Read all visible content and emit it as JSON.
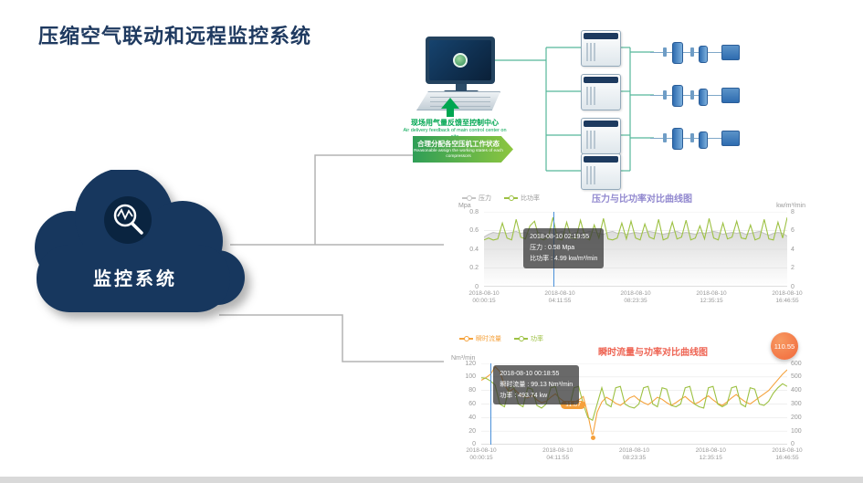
{
  "title": "压缩空气联动和远程监控系统",
  "colors": {
    "brand_navy": "#1b3a60",
    "diagram_green": "#00a651",
    "line_teal": "#56b79a"
  },
  "cloud": {
    "label": "监控系统"
  },
  "diagram": {
    "feedback_cn": "现场用气量反馈至控制中心",
    "feedback_en": "Air delivery feedback of main control center on site",
    "assign_cn": "合理分配各空压机工作状态",
    "assign_en": "Reasonable assign the working states of each compressors"
  },
  "chart_data": [
    {
      "type": "line",
      "el": "c1",
      "title": "压力与比功率对比曲线图",
      "title_color": "#9188cf",
      "legend": [
        {
          "label": "压力",
          "color": "#c4c4c4",
          "text": "#999999"
        },
        {
          "label": "比功率",
          "color": "#9dc143",
          "text": "#999999"
        }
      ],
      "left_axis": {
        "unit": "Mpa",
        "min": 0,
        "max": 0.8,
        "ticks": [
          "0.8",
          "0.6",
          "0.4",
          "0.2",
          "0"
        ]
      },
      "right_axis": {
        "unit": "kw/m³/min",
        "min": 0,
        "max": 8,
        "ticks": [
          "8",
          "6",
          "4",
          "2",
          "0"
        ]
      },
      "x_labels": [
        [
          "2018-08-10",
          "00:00:15"
        ],
        [
          "2018-08-10",
          "04:11:55"
        ],
        [
          "2018-08-10",
          "08:23:35"
        ],
        [
          "2018-08-10",
          "12:35:15"
        ],
        [
          "2018-08-10",
          "16:46:55"
        ]
      ],
      "marker": {
        "x_pct": 23,
        "tooltip": [
          "2018-08-10 02:19:55",
          "压力 : 0.58 Mpa",
          "比功率 : 4.99 kw/m³/min"
        ]
      },
      "series": [
        {
          "name": "压力",
          "axis": "left",
          "color": "#c4c4c4",
          "area": "#d9d9d9",
          "values": [
            0.53,
            0.56,
            0.58,
            0.57,
            0.58,
            0.57,
            0.58,
            0.59,
            0.57,
            0.58,
            0.56,
            0.57,
            0.58,
            0.57,
            0.55,
            0.57,
            0.58,
            0.59,
            0.57,
            0.56,
            0.58,
            0.57,
            0.58,
            0.59,
            0.58,
            0.57,
            0.56,
            0.58,
            0.59,
            0.57,
            0.58,
            0.56,
            0.57,
            0.58,
            0.57,
            0.58,
            0.59,
            0.58,
            0.57,
            0.56,
            0.57,
            0.58,
            0.59,
            0.57,
            0.58,
            0.57,
            0.56,
            0.58,
            0.57,
            0.58,
            0.59,
            0.58,
            0.56,
            0.57,
            0.58,
            0.57,
            0.58,
            0.56,
            0.57,
            0.58,
            0.59,
            0.57,
            0.55,
            0.57,
            0.58,
            0.57,
            0.54
          ]
        },
        {
          "name": "比功率",
          "axis": "right",
          "color": "#9dc143",
          "values": [
            5.0,
            5.2,
            4.99,
            5.1,
            6.8,
            5.2,
            5.0,
            7.2,
            5.3,
            5.1,
            6.5,
            7.0,
            5.2,
            5.0,
            5.3,
            7.4,
            5.1,
            5.0,
            6.9,
            5.2,
            5.1,
            7.1,
            5.3,
            5.0,
            6.6,
            5.2,
            7.3,
            5.1,
            5.0,
            5.2,
            6.8,
            5.1,
            7.0,
            5.2,
            5.0,
            6.7,
            5.3,
            5.1,
            7.2,
            5.0,
            5.2,
            6.9,
            5.1,
            5.3,
            7.1,
            5.0,
            5.2,
            6.5,
            5.1,
            7.3,
            5.2,
            5.0,
            6.8,
            5.1,
            5.3,
            7.0,
            5.2,
            5.1,
            6.6,
            5.0,
            5.2,
            7.2,
            5.1,
            5.0,
            6.9,
            5.2,
            7.4
          ]
        }
      ]
    },
    {
      "type": "line",
      "el": "c2",
      "title": "瞬时流量与功率对比曲线图",
      "title_color": "#ee6352",
      "legend": [
        {
          "label": "瞬时流量",
          "color": "#f5a23c",
          "text": "#f5a23c"
        },
        {
          "label": "功率",
          "color": "#9dc143",
          "text": "#9dc143"
        }
      ],
      "left_axis": {
        "unit": "Nm³/min",
        "min": 0,
        "max": 120,
        "ticks": [
          "120",
          "100",
          "80",
          "60",
          "40",
          "20",
          "0"
        ]
      },
      "right_axis": {
        "unit": "",
        "min": 0,
        "max": 600,
        "ticks": [
          "600",
          "500",
          "400",
          "300",
          "200",
          "100",
          "0"
        ]
      },
      "x_labels": [
        [
          "2018-08-10",
          "00:00:15"
        ],
        [
          "2018-08-10",
          "04:11:55"
        ],
        [
          "2018-08-10",
          "08:23:35"
        ],
        [
          "2018-08-10",
          "12:35:15"
        ],
        [
          "2018-08-10",
          "16:46:55"
        ]
      ],
      "marker": {
        "x_pct": 3,
        "tooltip": [
          "2018-08-10 00:18:55",
          "瞬时流量 : 99.13 Nm³/min",
          "功率 : 493.74 kw"
        ]
      },
      "badge": "110.55",
      "point_label": "11.87",
      "series": [
        {
          "name": "瞬时流量",
          "axis": "left",
          "color": "#f5a23c",
          "values": [
            95,
            99,
            104,
            115,
            108,
            88,
            78,
            83,
            76,
            71,
            69,
            73,
            66,
            62,
            64,
            70,
            75,
            68,
            63,
            59,
            62,
            66,
            71,
            45,
            11.87,
            48,
            63,
            70,
            66,
            61,
            58,
            63,
            69,
            72,
            66,
            62,
            59,
            64,
            70,
            67,
            62,
            58,
            62,
            67,
            71,
            65,
            60,
            63,
            68,
            72,
            66,
            61,
            58,
            63,
            69,
            74,
            68,
            63,
            60,
            65,
            70,
            75,
            80,
            88,
            96,
            104,
            110.55
          ]
        },
        {
          "name": "功率",
          "axis": "right",
          "color": "#9dc143",
          "values": [
            494,
            490,
            470,
            440,
            300,
            280,
            420,
            430,
            300,
            280,
            420,
            410,
            290,
            270,
            300,
            420,
            430,
            300,
            280,
            270,
            420,
            430,
            300,
            200,
            180,
            300,
            420,
            300,
            280,
            420,
            430,
            300,
            280,
            270,
            300,
            420,
            430,
            300,
            280,
            420,
            410,
            290,
            280,
            300,
            420,
            430,
            300,
            280,
            270,
            420,
            430,
            300,
            280,
            300,
            420,
            430,
            300,
            280,
            420,
            410,
            300,
            290,
            320,
            380,
            420,
            450,
            430
          ]
        }
      ]
    }
  ]
}
